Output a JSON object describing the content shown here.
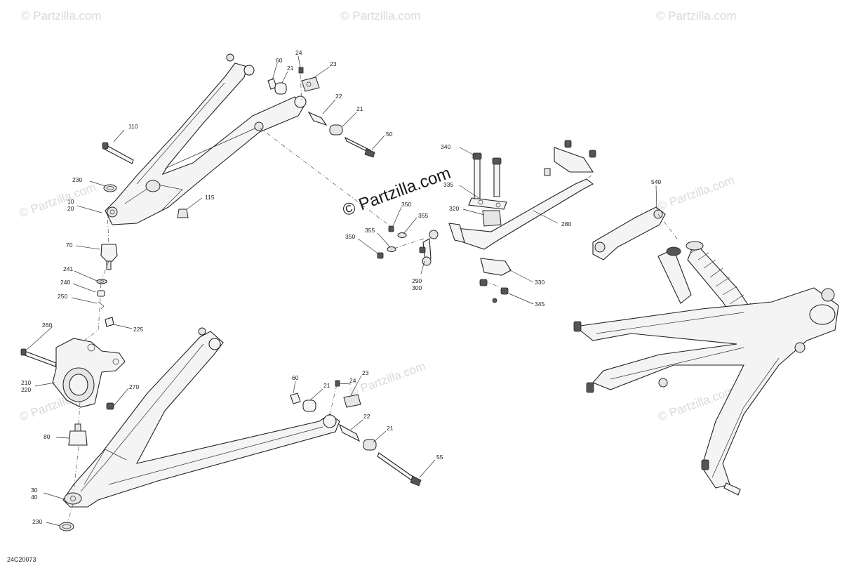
{
  "watermarks": {
    "brand": "© Partzilla.com",
    "main": "© Partzilla.com"
  },
  "diagram_code": "24C20073",
  "callouts": {
    "c24_top": "24",
    "c60_top": "60",
    "c21_top": "21",
    "c23_top": "23",
    "c22_top": "22",
    "c21_top_b": "21",
    "c50": "50",
    "c110": "110",
    "c230_top": "230",
    "c10_20": [
      "10",
      "20"
    ],
    "c115": "115",
    "c70": "70",
    "c241": "241",
    "c240": "240",
    "c250": "250",
    "c225": "225",
    "c260": "260",
    "c210_220": [
      "210",
      "220"
    ],
    "c270": "270",
    "c80": "80",
    "c30_40": [
      "30",
      "40"
    ],
    "c230_bot": "230",
    "c60_bot": "60",
    "c24_bot": "24",
    "c21_bot": "21",
    "c23_bot": "23",
    "c22_bot": "22",
    "c21_bot_b": "21",
    "c55": "55",
    "c340": "340",
    "c335": "335",
    "c320": "320",
    "c280": "280",
    "c350_a": "350",
    "c355_a": "355",
    "c350_b": "350",
    "c355_b": "355",
    "c290_300": [
      "290",
      "300"
    ],
    "c330": "330",
    "c345": "345",
    "c540": "540"
  }
}
